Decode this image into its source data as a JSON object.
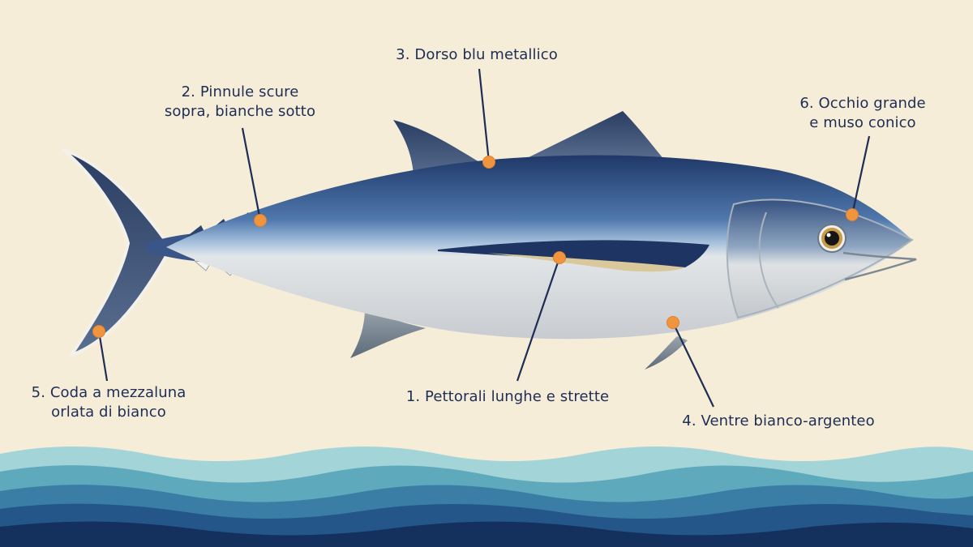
{
  "colors": {
    "background": "#f6edd9",
    "label_text": "#1d2d55",
    "marker": "#f0953f",
    "leader_line": "#1d2d55",
    "fish_back": "#2d4a7d",
    "fish_belly": "#d9dde0",
    "wave_light": "#8fcbd2",
    "wave_dark": "#14315d"
  },
  "callouts": [
    {
      "id": "pettorali",
      "lines": [
        "1. Pettorali lunghe e strette"
      ]
    },
    {
      "id": "pinnule",
      "lines": [
        "2. Pinnule scure",
        "sopra, bianche sotto"
      ]
    },
    {
      "id": "dorso",
      "lines": [
        "3. Dorso blu metallico"
      ]
    },
    {
      "id": "ventre",
      "lines": [
        "4. Ventre bianco-argenteo"
      ]
    },
    {
      "id": "coda",
      "lines": [
        "5. Coda a mezzaluna",
        "orlata di bianco"
      ]
    },
    {
      "id": "occhio",
      "lines": [
        "6. Occhio grande",
        "e muso conico"
      ]
    }
  ]
}
